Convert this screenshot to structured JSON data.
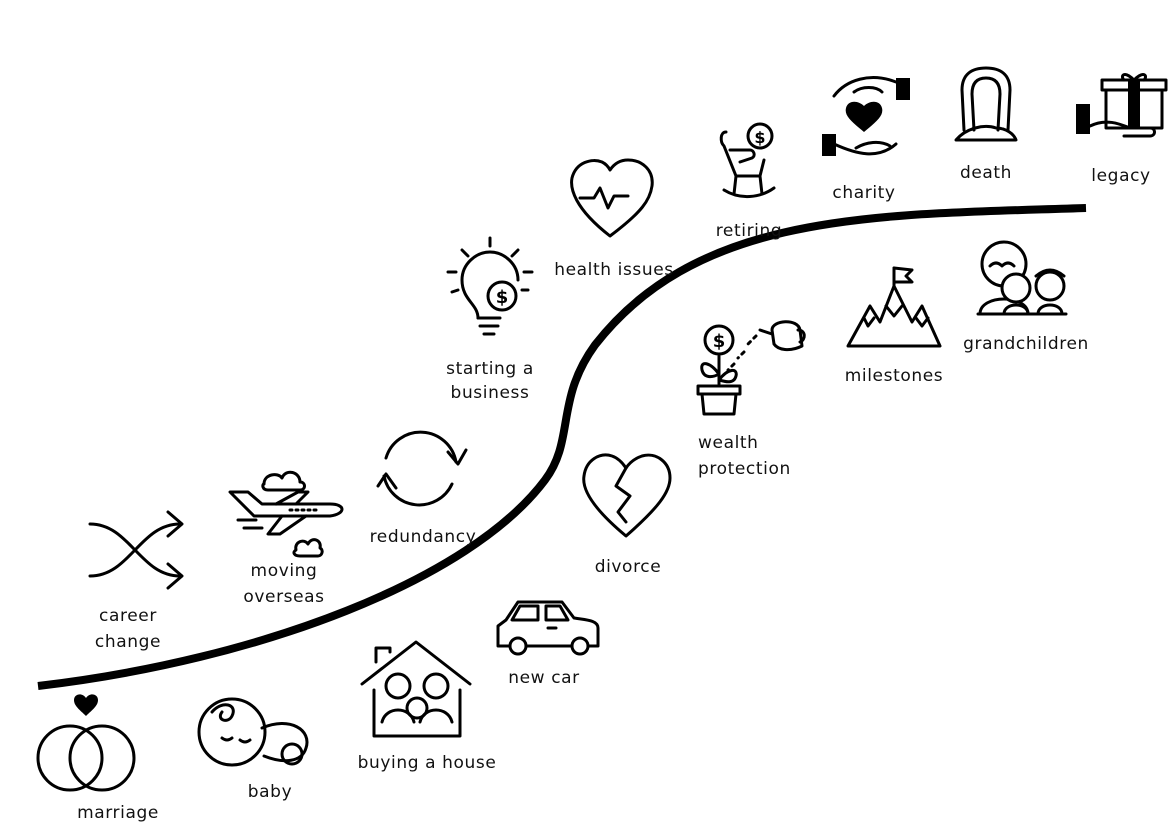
{
  "labels": {
    "marriage": "marriage",
    "baby": "baby",
    "buying_house": "buying a house",
    "new_car": "new car",
    "divorce": "divorce",
    "wealth_protection_1": "wealth",
    "wealth_protection_2": "protection",
    "milestones": "milestones",
    "grandchildren": "grandchildren",
    "career_change_1": "career",
    "career_change_2": "change",
    "moving_overseas_1": "moving",
    "moving_overseas_2": "overseas",
    "redundancy": "redundancy",
    "starting_business_1": "starting a",
    "starting_business_2": "business",
    "health_issues": "health issues",
    "retiring": "retiring",
    "charity": "charity",
    "death": "death",
    "legacy": "legacy"
  },
  "dollar_symbol": "$"
}
